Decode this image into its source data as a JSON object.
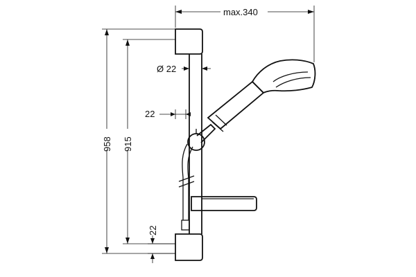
{
  "diagram": {
    "dimensions": {
      "max_reach": "max.340",
      "bar_diameter": "Ø 22",
      "bar_offset": "22",
      "total_height": "958",
      "rail_height": "915",
      "bracket_height": "22"
    },
    "colors": {
      "line": "#111111",
      "background": "#ffffff"
    }
  }
}
